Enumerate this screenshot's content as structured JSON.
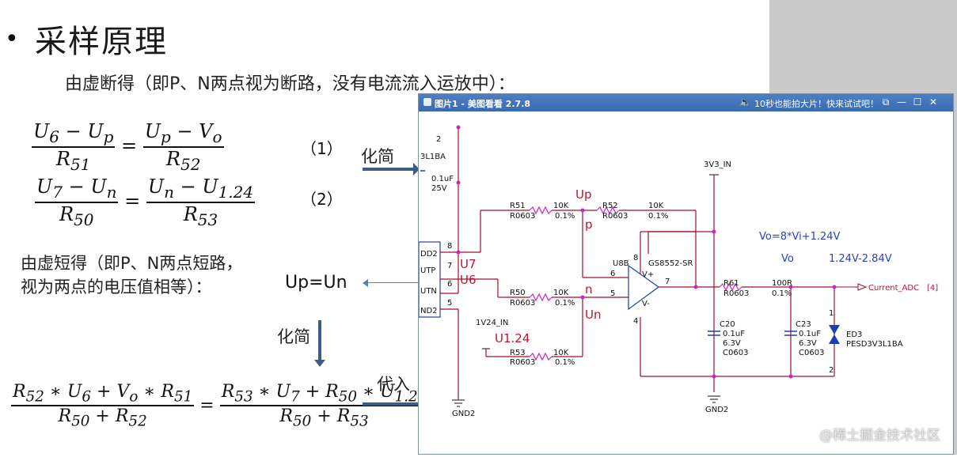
{
  "slide": {
    "bullet": "•",
    "title": "采样原理",
    "sub1": "由虚断得（即P、N两点视为断路，没有电流流入运放中）：",
    "eq1_num": "U₆ − Uₚ = Uₚ − Vₒ",
    "eq_num1": "（1）",
    "eq_num2": "（2）",
    "simplify1": "化简",
    "sub2_line1": "由虚短得（即P、N两点短路，",
    "sub2_line2": "视为两点的电压值相等）：",
    "up_eq_un": "Up=Un",
    "simplify2": "化简",
    "substitute": "代入"
  },
  "viewer": {
    "title": "图片1 - 美图看看 2.7.8",
    "promo": "10秒也能拍大片！快来试试吧！",
    "controls": [
      "⧉",
      "—",
      "☐",
      "✕"
    ]
  },
  "schematic": {
    "power_top": "3V3_IN",
    "power_ref": "1V24_IN",
    "gnd1": "GND2",
    "gnd2": "GND2",
    "connector_part": "3L1BA",
    "cap_top": "0.1uF",
    "cap_top_v": "25V",
    "pin2": "2",
    "pin8": "8",
    "pin7": "7",
    "pin6": "6",
    "pin5": "5",
    "conn_dd2": "DD2",
    "conn_utp": "UTP",
    "conn_utn": "UTN",
    "conn_nd2": "ND2",
    "u7": "U7",
    "u6": "U6",
    "up": "Up",
    "p": "p",
    "n": "n",
    "un": "Un",
    "u124": "U1.24",
    "r51": "R51",
    "r51_pkg": "R0603",
    "r51_val": "10K",
    "r51_tol": "0.1%",
    "r52": "R52",
    "r52_pkg": "R0603",
    "r52_val": "10K",
    "r52_tol": "0.1%",
    "r50": "R50",
    "r50_pkg": "R0603",
    "r50_val": "10K",
    "r50_tol": "0.1%",
    "r53": "R53",
    "r53_pkg": "R0603",
    "r53_val": "10K",
    "r53_tol": "0.1%",
    "r61": "R61",
    "r61_pkg": "R0603",
    "r61_val": "100R",
    "r61_tol": "0.1%",
    "opamp_ref": "U8B",
    "opamp_part": "GS8552-SR",
    "op_pin8": "8",
    "op_pin6": "6",
    "op_pin5": "5",
    "op_pin7": "7",
    "op_pin4": "4",
    "op_vplus": "V+",
    "op_vminus": "V-",
    "c20": "C20",
    "c20_val": "0.1uF",
    "c20_v": "6.3V",
    "c20_pkg": "C0603",
    "c23": "C23",
    "c23_val": "0.1uF",
    "c23_v": "6.3V",
    "c23_pkg": "C0603",
    "ed3": "ED3",
    "ed3_part": "PESD3V3L1BA",
    "ed3_pin1": "1",
    "ed3_pin2": "2",
    "out_net": "Current_ADC",
    "out_ref": "[4]",
    "formula1": "Vo=8*Vi+1.24V",
    "formula2_label": "Vo",
    "formula2_range": "1.24V-2.84V"
  },
  "watermark": "@稀土掘金技术社区",
  "colors": {
    "accent_blue": "#3d5d86",
    "red_label": "#c8102e",
    "formula_blue": "#2a3dd0",
    "wire_red": "#a0102e",
    "node_magenta": "#d020c8"
  }
}
